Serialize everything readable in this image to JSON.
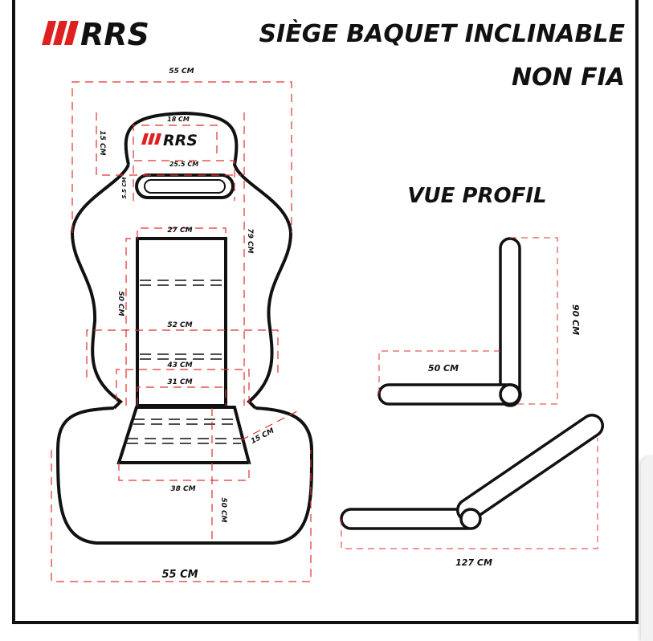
{
  "header": {
    "brand": "RRS",
    "title_line1": "SIÈGE BAQUET INCLINABLE",
    "title_line2": "NON FIA"
  },
  "colors": {
    "accent": "#e02020",
    "ink": "#111111",
    "dimension_line": "#e03030",
    "background": "#ffffff",
    "side_panel": "#f2f2f2"
  },
  "front_view": {
    "headrest_logo": "RRS",
    "dimensions": {
      "total_width_top": "55 CM",
      "logo_width": "18 CM",
      "logo_height": "15 CM",
      "slot_width": "25.5 CM",
      "slot_height": "5.5 CM",
      "back_top_width": "27 CM",
      "back_height": "79 CM",
      "back_panel_height": "50 CM",
      "shoulder_width": "52 CM",
      "waist_width": "43 CM",
      "back_bottom_width": "31 CM",
      "thigh_bolster": "15 CM",
      "seat_front_width": "38 CM",
      "seat_depth": "50 CM",
      "total_width_bottom": "55 CM"
    }
  },
  "profile_view": {
    "title": "VUE PROFIL",
    "upright": {
      "height": "90 CM",
      "seat_length": "50 CM"
    },
    "reclined": {
      "total_length": "127 CM"
    }
  }
}
